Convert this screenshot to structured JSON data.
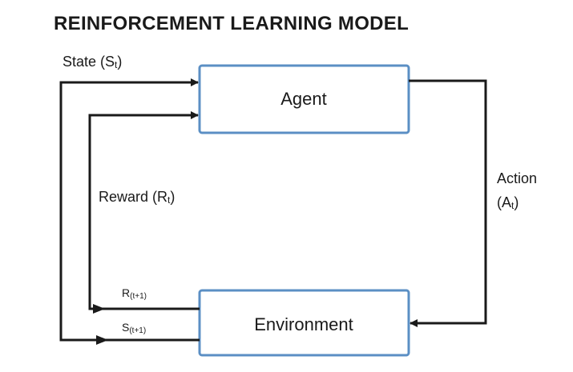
{
  "title": "REINFORCEMENT LEARNING MODEL",
  "colors": {
    "box_border": "#5b8fc4",
    "line": "#1a1a1a",
    "text": "#1a1a1a"
  },
  "nodes": {
    "agent": "Agent",
    "environment": "Environment"
  },
  "edges": {
    "state": {
      "label": "State (S",
      "sub": "t",
      "close": ")"
    },
    "reward": {
      "label": "Reward (R",
      "sub": "t",
      "close": ")"
    },
    "action": {
      "line1": "Action",
      "line2_open": "(A",
      "sub": "t",
      "close": ")"
    },
    "next_reward": {
      "label": "R",
      "sub": "(t+1)"
    },
    "next_state": {
      "label": "S",
      "sub": "(t+1)"
    }
  }
}
